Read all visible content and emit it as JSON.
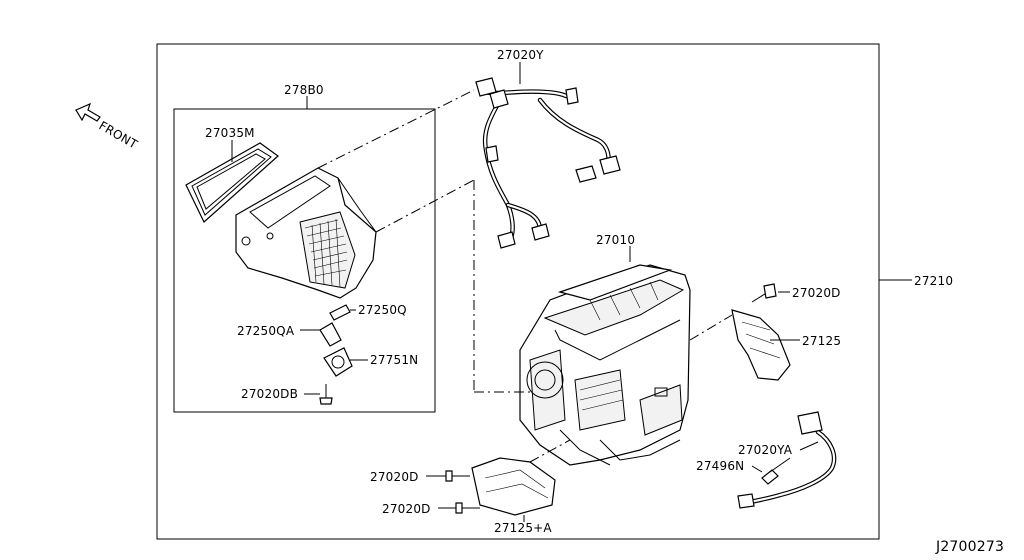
{
  "labels": {
    "harness_main": "27020Y",
    "blower_assy": "278B0",
    "filter": "27035M",
    "heater_unit": "27010",
    "bolt_right": "27020D",
    "unit_assy": "27210",
    "duct_right": "27125",
    "screw_q": "27250Q",
    "screw_qa": "27250QA",
    "motor": "27751N",
    "bolt_db": "27020DB",
    "bolt_d_1": "27020D",
    "bolt_d_2": "27020D",
    "harness_sub": "27020YA",
    "sensor": "27496N",
    "duct_bottom": "27125+A",
    "front": "FRONT",
    "diagram_code": "J2700273"
  }
}
